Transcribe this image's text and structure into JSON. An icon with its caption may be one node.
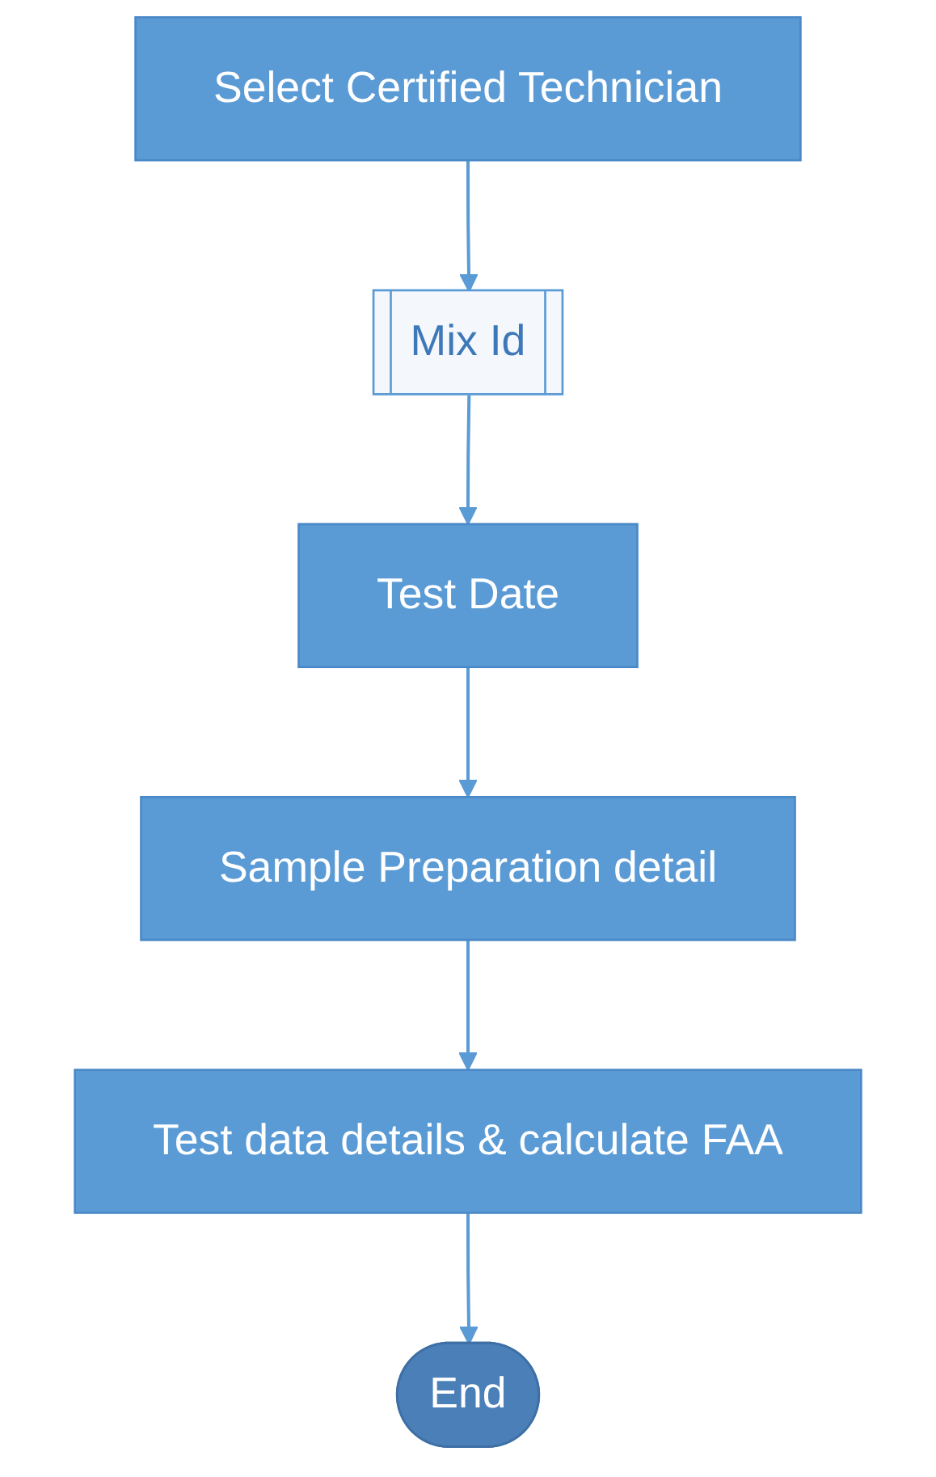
{
  "diagram": {
    "nodes": [
      {
        "text": [
          "Select Certified Technician"
        ]
      },
      {
        "text": [
          "Mix Id"
        ]
      },
      {
        "text": [
          "Test Date"
        ]
      },
      {
        "text": [
          "Sample Preparation detail"
        ]
      },
      {
        "text": [
          "Test data details & calculate FAA"
        ]
      },
      {
        "text": [
          "End"
        ]
      }
    ],
    "edges": [
      {
        "from": 0,
        "to": 1,
        "arrow": "to"
      },
      {
        "from": 1,
        "to": 2,
        "arrow": "to"
      },
      {
        "from": 2,
        "to": 3,
        "arrow": "to"
      },
      {
        "from": 3,
        "to": 4,
        "arrow": "to"
      },
      {
        "from": 4,
        "to": 5,
        "arrow": "to"
      }
    ]
  }
}
